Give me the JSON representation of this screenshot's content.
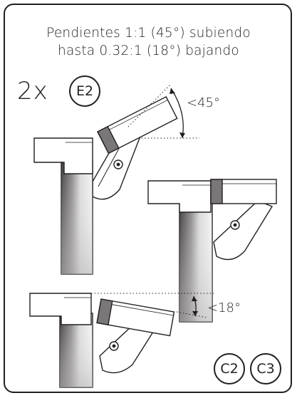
{
  "title": {
    "line1": "Pendientes 1:1 (45°) subiendo",
    "line2": "hasta 0.32:1 (18°) bajando"
  },
  "quantity": {
    "multiplier": "2x",
    "part": "E2"
  },
  "angles": {
    "up": "<45°",
    "down": "<18°"
  },
  "parts": [
    "C2",
    "C3"
  ],
  "colors": {
    "ink": "#231f20",
    "fill_dark": "#5a5758",
    "fill_mid": "#a7a5a6",
    "fill_light": "#e2e1e1"
  }
}
